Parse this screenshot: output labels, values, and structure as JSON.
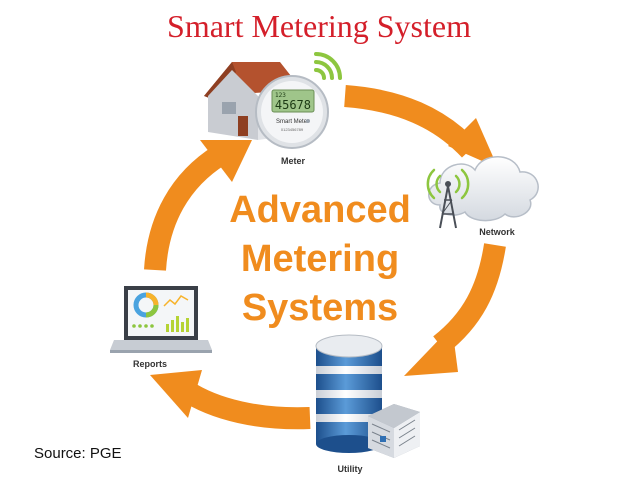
{
  "title": "Smart Metering System",
  "center": {
    "line1": "Advanced",
    "line2": "Metering",
    "line3": "Systems"
  },
  "nodes": {
    "meter": "Meter",
    "network": "Network",
    "utility": "Utility",
    "reports": "Reports"
  },
  "meter_display": {
    "small_number": "123",
    "reading": "45678",
    "brand": "Smart Meter",
    "serial": "0123456789"
  },
  "source": "Source: PGE",
  "colors": {
    "title": "#d41f2a",
    "accent_orange": "#f08c1e",
    "meter_wifi_green": "#8dc63f",
    "utility_blue": "#2f6fb3"
  },
  "icons": [
    "house-icon",
    "smart-meter-icon",
    "wifi-signal-icon",
    "cloud-icon",
    "radio-tower-icon",
    "database-icon",
    "server-rack-icon",
    "laptop-icon",
    "pie-chart-icon",
    "line-chart-icon",
    "bar-chart-icon"
  ]
}
